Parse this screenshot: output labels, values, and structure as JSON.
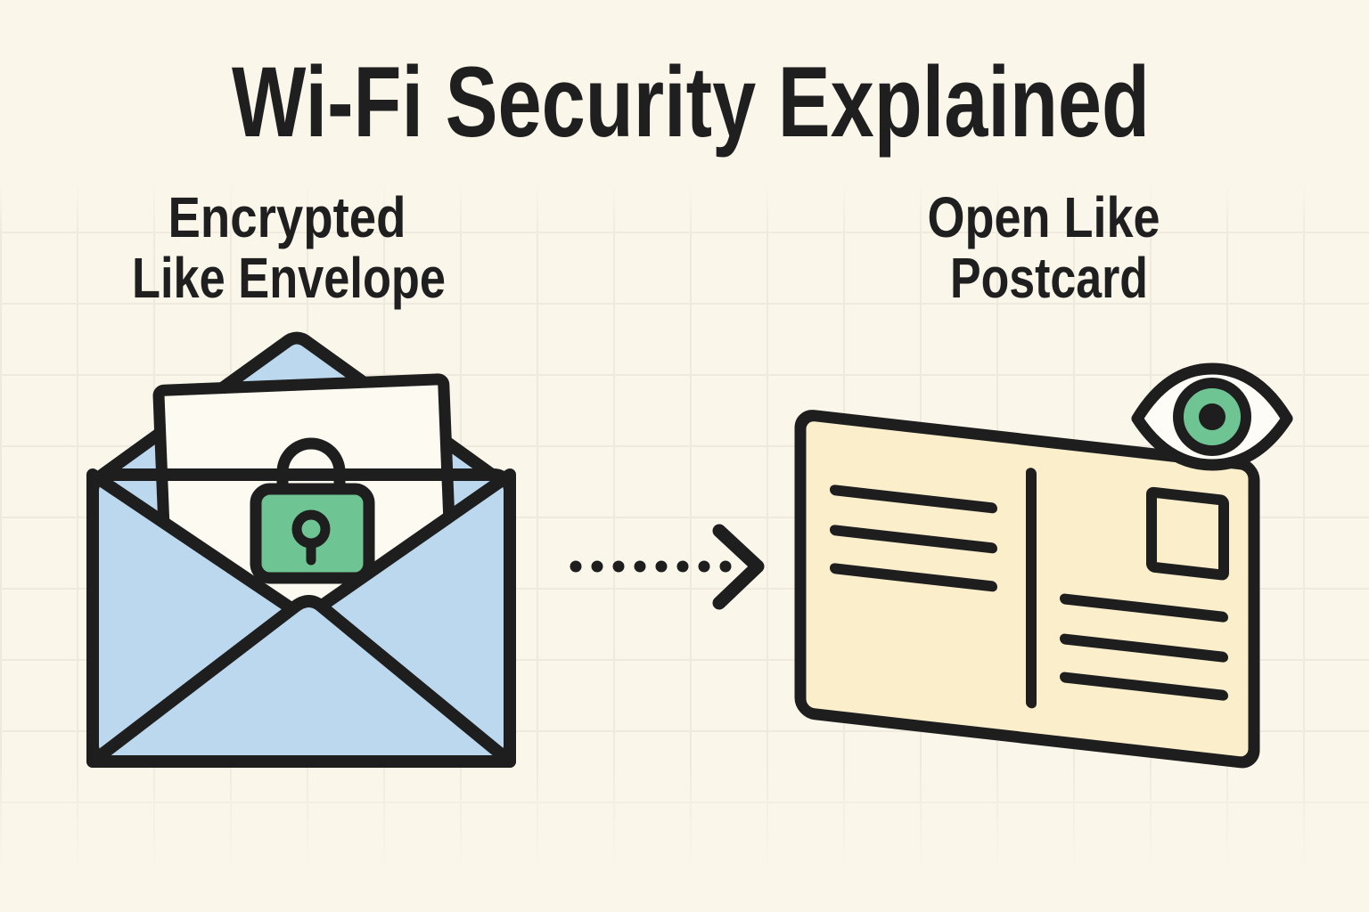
{
  "title": "Wi-Fi Security Explained",
  "sections": {
    "left": {
      "label_line1": "Encrypted",
      "label_line2": "Like Envelope",
      "icon": "envelope-with-padlock-icon"
    },
    "right": {
      "label_line1": "Open Like",
      "label_line2": "Postcard",
      "icon": "postcard-with-eye-icon"
    }
  },
  "connector": {
    "icon": "dotted-arrow-right-icon",
    "dot_count": 8
  },
  "colors": {
    "background": "#faf6ea",
    "grid_line": "#f0e9de",
    "outline": "#1e1e1e",
    "text": "#1f1f1f",
    "envelope_blue": "#bcd8ee",
    "paper_white": "#fcfaf1",
    "lock_green": "#6fc493",
    "postcard_cream": "#fbeecb",
    "eye_white": "#fdfcf6",
    "iris_green": "#6fc493"
  }
}
